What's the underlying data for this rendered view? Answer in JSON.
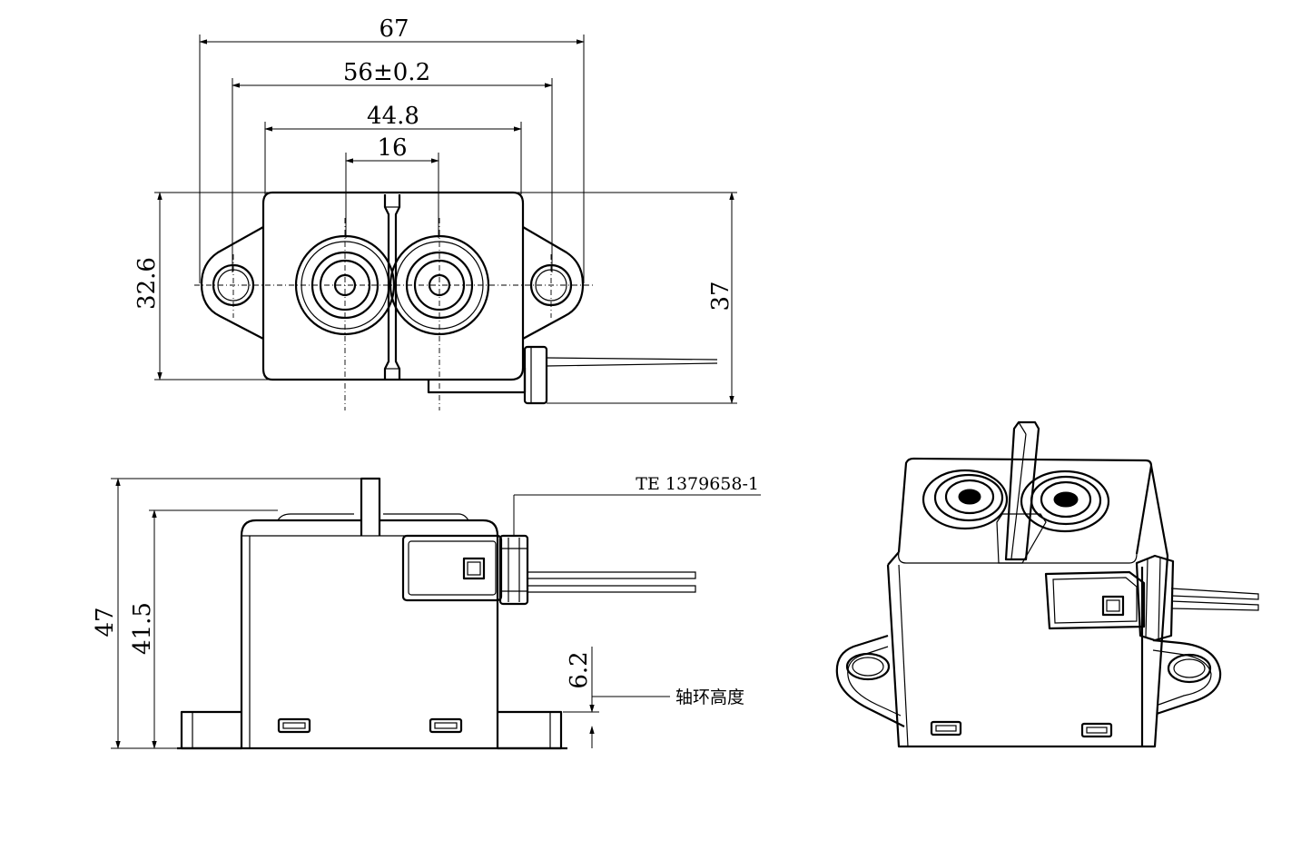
{
  "dimensions": {
    "width_overall": "67",
    "mount_hole_pitch": "56±0.2",
    "body_width": "44.8",
    "terminal_pitch": "16",
    "body_depth": "32.6",
    "depth_with_connector": "37",
    "height_overall": "47",
    "body_height": "41.5",
    "collar_height": "6.2"
  },
  "annotations": {
    "connector_part": "TE 1379658-1",
    "collar_label": "轴环高度"
  }
}
